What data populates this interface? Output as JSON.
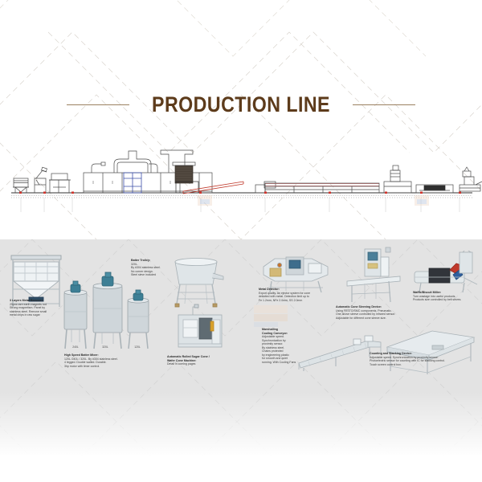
{
  "page": {
    "title": "PRODUCTION LINE",
    "accent_color": "#5d3b1b",
    "rule_color": "#8a6a45",
    "top_background": "#ffffff",
    "bottom_background": "#e3e3e3"
  },
  "equipment": [
    {
      "id": "metal-remover",
      "heading": "3 Layers Metal Remover:",
      "lines": [
        "25pcs rare earth magnets rod",
        "Strong magnetism. Panel by",
        "stainless steel. Remove small",
        "metal chips in raw sugar"
      ],
      "capacities": []
    },
    {
      "id": "batter-mixer",
      "heading": "High Speed Batter Mixer:",
      "lines": [
        "120L /240L / 320L. By #304 stainless steel.",
        "4 legged. Double walled. Durable.",
        "3hp motor with timer control."
      ],
      "capacities": [
        "240L",
        "320L",
        "120L"
      ]
    },
    {
      "id": "batter-trolley",
      "heading": "Batter Trolley:",
      "lines": [
        "320L.",
        "By #304 stainless steel.",
        "No corner design.",
        "Steel sieve included"
      ],
      "capacities": []
    },
    {
      "id": "cone-machine",
      "heading": "Automatic Rolled Sugar Cone /",
      "heading2": "Wafer Cone Machine:",
      "lines": [
        "Detail in coming pages"
      ],
      "capacities": []
    },
    {
      "id": "metal-detector",
      "heading": "Metal Detector:",
      "lines": [
        "Export quality. An ejector system for cone",
        "detected with metal. Detection limit up to",
        "Fe 1.2mm, NFe 2.0mm, SS 2.0mm"
      ],
      "capacities": []
    },
    {
      "id": "cone-sleeving",
      "heading": "Automatic Cone Sleeving Device:",
      "lines": [
        "Using FESTO/SMC components. Pneumatic.",
        "One above sleeve controlled by infrared sensor.",
        "Adjustable for different cone sleeve size."
      ],
      "capacities": []
    },
    {
      "id": "wafer-miller",
      "heading": "Waffle/Biscuit Miller:",
      "lines": [
        "Turn wastage into useful products.",
        "Products size controlled by belt sieves."
      ],
      "capacities": []
    },
    {
      "id": "cooling-conveyor",
      "heading": "Marshalling",
      "heading2": "Cooling Conveyor:",
      "lines": [
        "Adjustable speed.",
        "Synchronization by",
        "proximity sensor.",
        "By stainless steel.",
        "Chains protected",
        "by engineering plastic",
        "for smooth and quiet",
        "running. With Cooling Fans"
      ],
      "capacities": []
    },
    {
      "id": "counting-stacking",
      "heading": "Counting and Stacking Device:",
      "lines": [
        "Adjustable speed. Synchronization by proximity sensor.",
        "Photoelectric sensor for counting with IC for stacking control.",
        "Touch screen control box."
      ],
      "capacities": []
    }
  ]
}
